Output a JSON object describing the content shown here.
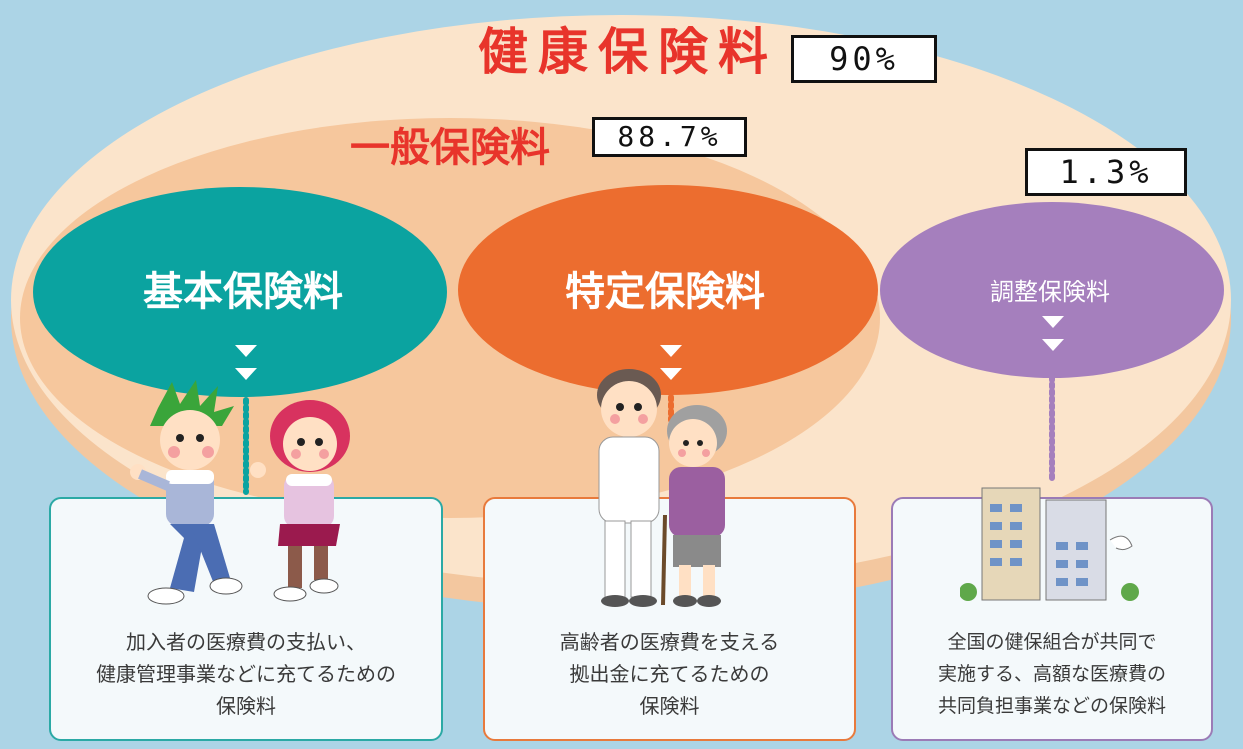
{
  "diagram": {
    "title_main": "健康保険料",
    "title_main_percent": "90%",
    "title_sub": "一般保険料",
    "title_sub_percent": "88.7%",
    "adjust_percent": "1.3%",
    "circles": [
      {
        "label": "基本保険料",
        "color": "#0ba3a0"
      },
      {
        "label": "特定保険料",
        "color": "#ec6d2f"
      },
      {
        "label": "調整保険料",
        "color": "#a57fbd"
      }
    ],
    "descriptions": [
      {
        "lines": [
          "加入者の医療費の支払い、",
          "健康管理事業などに充てるための",
          "保険料"
        ]
      },
      {
        "lines": [
          "高齢者の医療費を支える",
          "拠出金に充てるための",
          "保険料"
        ]
      },
      {
        "lines": [
          "全国の健保組合が共同で",
          "実施する、高額な医療費の",
          "共同負担事業などの保険料"
        ]
      }
    ],
    "colors": {
      "background": "#acd4e6",
      "outer_ellipse": "#fbe1c5",
      "inner_ellipse": "#f6c79d",
      "title_red": "#e8342b"
    },
    "illustrations": [
      "jogging-couple-illustration",
      "caregiver-elderly-illustration",
      "hospital-buildings-illustration"
    ]
  }
}
